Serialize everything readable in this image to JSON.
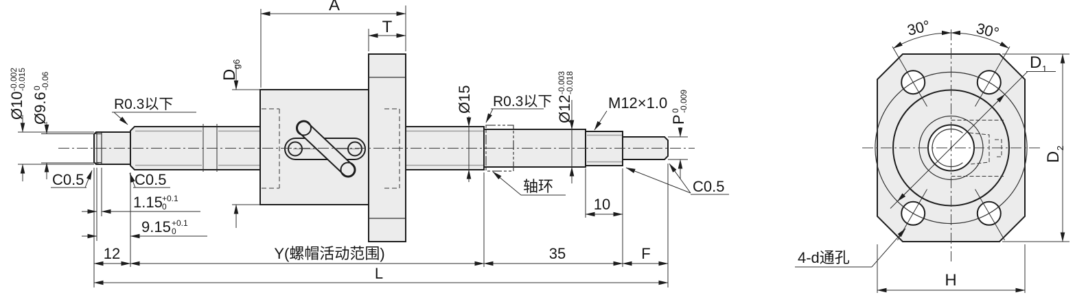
{
  "drawing": {
    "side": {
      "dia10_main": "Ø10",
      "dia10_up": "-0.002",
      "dia10_lo": "-0.015",
      "dia96_main": "Ø9.6",
      "dia96_up": "0",
      "dia96_lo": "-0.06",
      "d_main": "D",
      "d_sub": "g6",
      "dia15": "Ø15",
      "dia12_main": "Ø12",
      "dia12_up": "-0.003",
      "dia12_lo": "-0.018",
      "p_main": "P",
      "p_up": "0",
      "p_lo": "-0.009",
      "m12": "M12×1.0",
      "r03_left": "R0.3以下",
      "r03_right": "R0.3以下",
      "c05_left": "C0.5",
      "c05_mid": "C0.5",
      "c05_right": "C0.5",
      "g115_main": "1.15",
      "g115_up": "+0.1",
      "g115_lo": "0",
      "g915_main": "9.15",
      "g915_up": "+0.1",
      "g915_lo": "0",
      "d12": "12",
      "dy": "Y(螺帽活动范围)",
      "d35": "35",
      "df": "F",
      "dl": "L",
      "d10": "10",
      "collar": "轴环",
      "da": "A",
      "dt": "T"
    },
    "end": {
      "a30l": "30°",
      "a30r": "30°",
      "d1_main": "D",
      "d1_sub": "1",
      "d2_main": "D",
      "d2_sub": "2",
      "h": "H",
      "holes": "4-d通孔"
    },
    "colors": {
      "fill": "#ececec",
      "outline": "#1c1c1c",
      "dim": "#2e2e2e",
      "aux": "#9c9c9c"
    }
  }
}
